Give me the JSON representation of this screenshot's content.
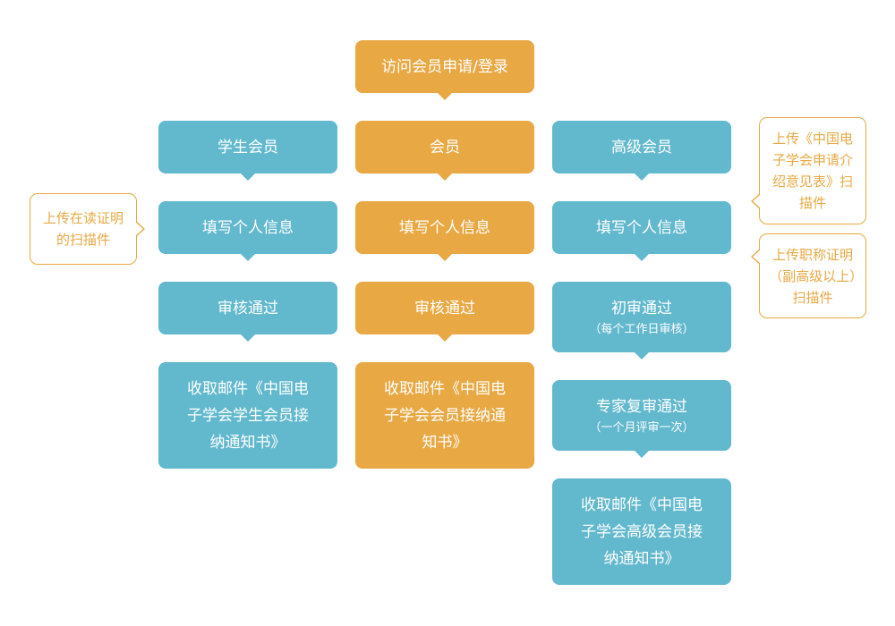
{
  "colors": {
    "blue": "#62b8cd",
    "orange": "#e8a843",
    "text_on_box": "#ffffff"
  },
  "top": "访问会员申请/登录",
  "student": {
    "title": "学生会员",
    "fill": "填写个人信息",
    "review": "审核通过",
    "receive": "收取邮件《中国电子学会学生会员接纳通知书》"
  },
  "member": {
    "title": "会员",
    "fill": "填写个人信息",
    "review": "审核通过",
    "receive": "收取邮件《中国电子学会会员接纳通知书》"
  },
  "senior": {
    "title": "高级会员",
    "fill": "填写个人信息",
    "prelim": "初审通过",
    "prelim_note": "（每个工作日审核）",
    "expert": "专家复审通过",
    "expert_note": "（一个月评审一次）",
    "receive": "收取邮件《中国电子学会高级会员接纳通知书》"
  },
  "notes": {
    "student_upload": "上传在读证明的扫描件",
    "senior_intro_upload": "上传《中国电子学会申请介绍意见表》扫描件",
    "senior_title_upload": "上传职称证明（副高级以上）扫描件"
  }
}
